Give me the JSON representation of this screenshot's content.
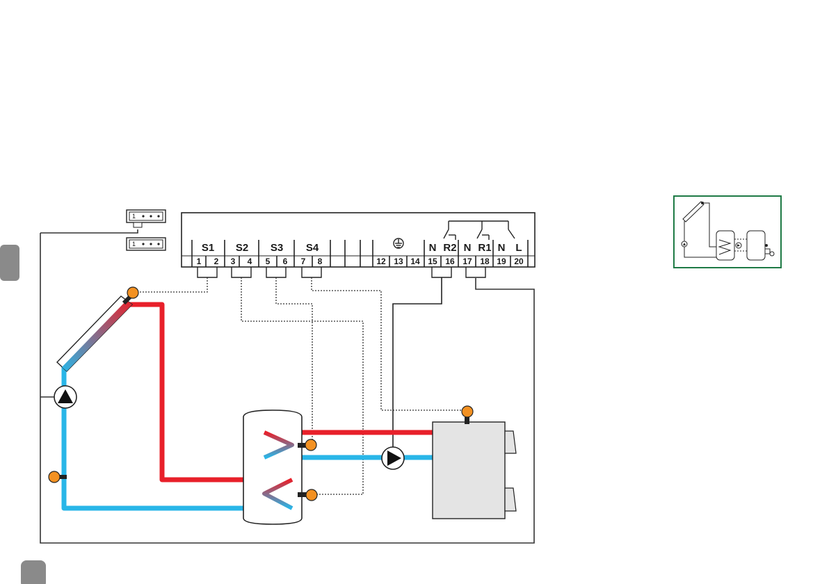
{
  "terminal_block": {
    "sensor_groups": [
      {
        "label": "S1",
        "pins": [
          "1",
          "2"
        ]
      },
      {
        "label": "S2",
        "pins": [
          "3",
          "4"
        ]
      },
      {
        "label": "S3",
        "pins": [
          "5",
          "6"
        ]
      },
      {
        "label": "S4",
        "pins": [
          "7",
          "8"
        ]
      }
    ],
    "earth_pins": [
      "12",
      "13",
      "14"
    ],
    "relay_labels": [
      "N",
      "R2",
      "N",
      "R1",
      "N",
      "L"
    ],
    "relay_pins": [
      "15",
      "16",
      "17",
      "18",
      "19",
      "20"
    ]
  },
  "connectors": [
    {
      "first_pin": "1"
    },
    {
      "first_pin": "1"
    }
  ],
  "colors": {
    "hot_pipe": "#e8202a",
    "cold_pipe": "#29b6e8",
    "sensor": "#f39122",
    "frame_green": "#1e7a45",
    "side_tab": "#8a8a8a",
    "boiler_fill": "#e4e4e4"
  },
  "icons": {
    "earth": "earth-ground-icon",
    "collector_pump": "pump-icon",
    "boiler_pump": "pump-icon"
  }
}
